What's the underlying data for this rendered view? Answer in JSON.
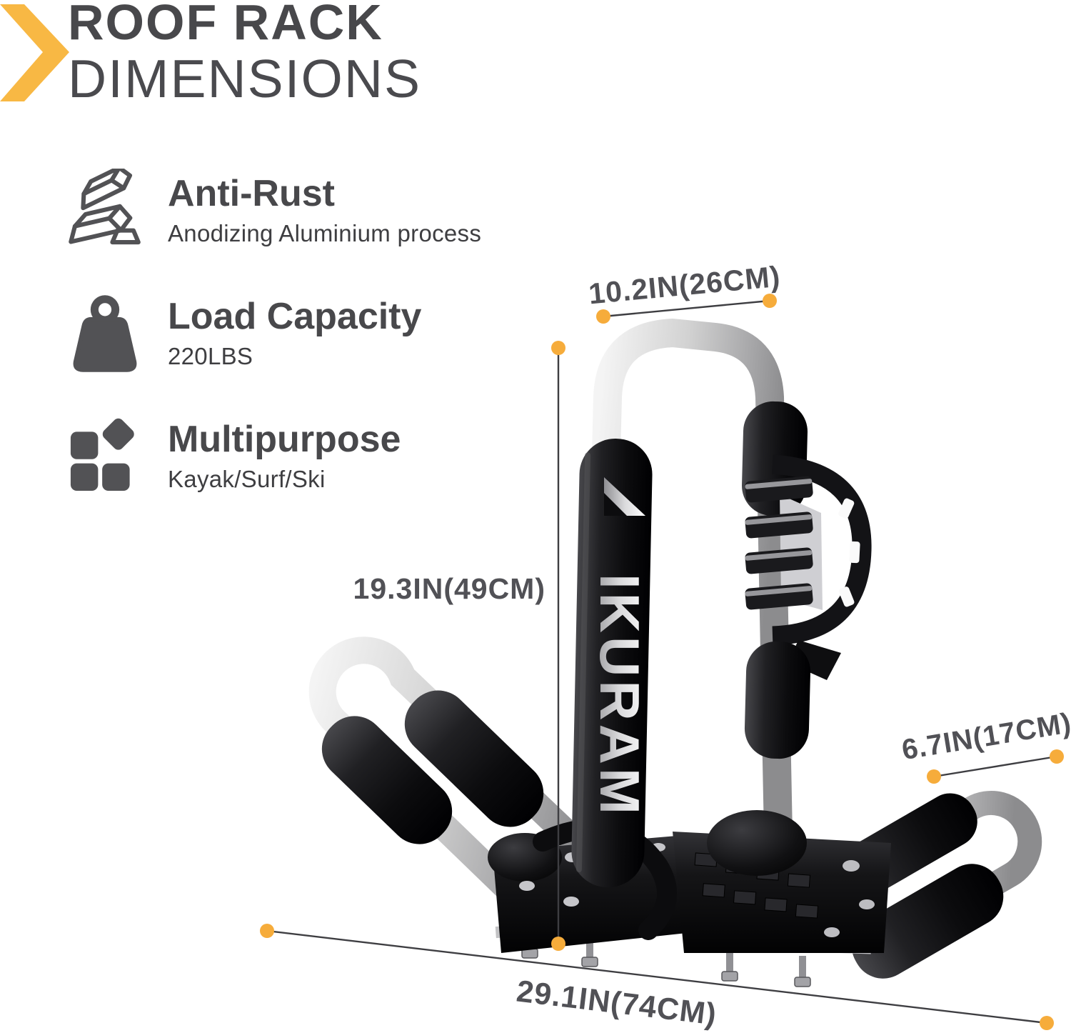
{
  "colors": {
    "accent": "#F6AC3B",
    "chevron": "#F8B844",
    "heading": "#48484B",
    "body_text": "#3E3E41",
    "dimension_text": "#515156"
  },
  "header": {
    "title_line1": "ROOF RACK",
    "title_line2": "DIMENSIONS"
  },
  "features": [
    {
      "icon": "metal-ingots-icon",
      "title": "Anti-Rust",
      "subtitle": "Anodizing Aluminium process"
    },
    {
      "icon": "weight-icon",
      "title": "Load Capacity",
      "subtitle": "220LBS"
    },
    {
      "icon": "shapes-icon",
      "title": "Multipurpose",
      "subtitle": "Kayak/Surf/Ski"
    }
  ],
  "product": {
    "brand_logo": "IKURAM"
  },
  "annotations": {
    "top_width": "10.2IN(26CM)",
    "height": "19.3IN(49CM)",
    "side_width": "6.7IN(17CM)",
    "total_width": "29.1IN(74CM)"
  }
}
